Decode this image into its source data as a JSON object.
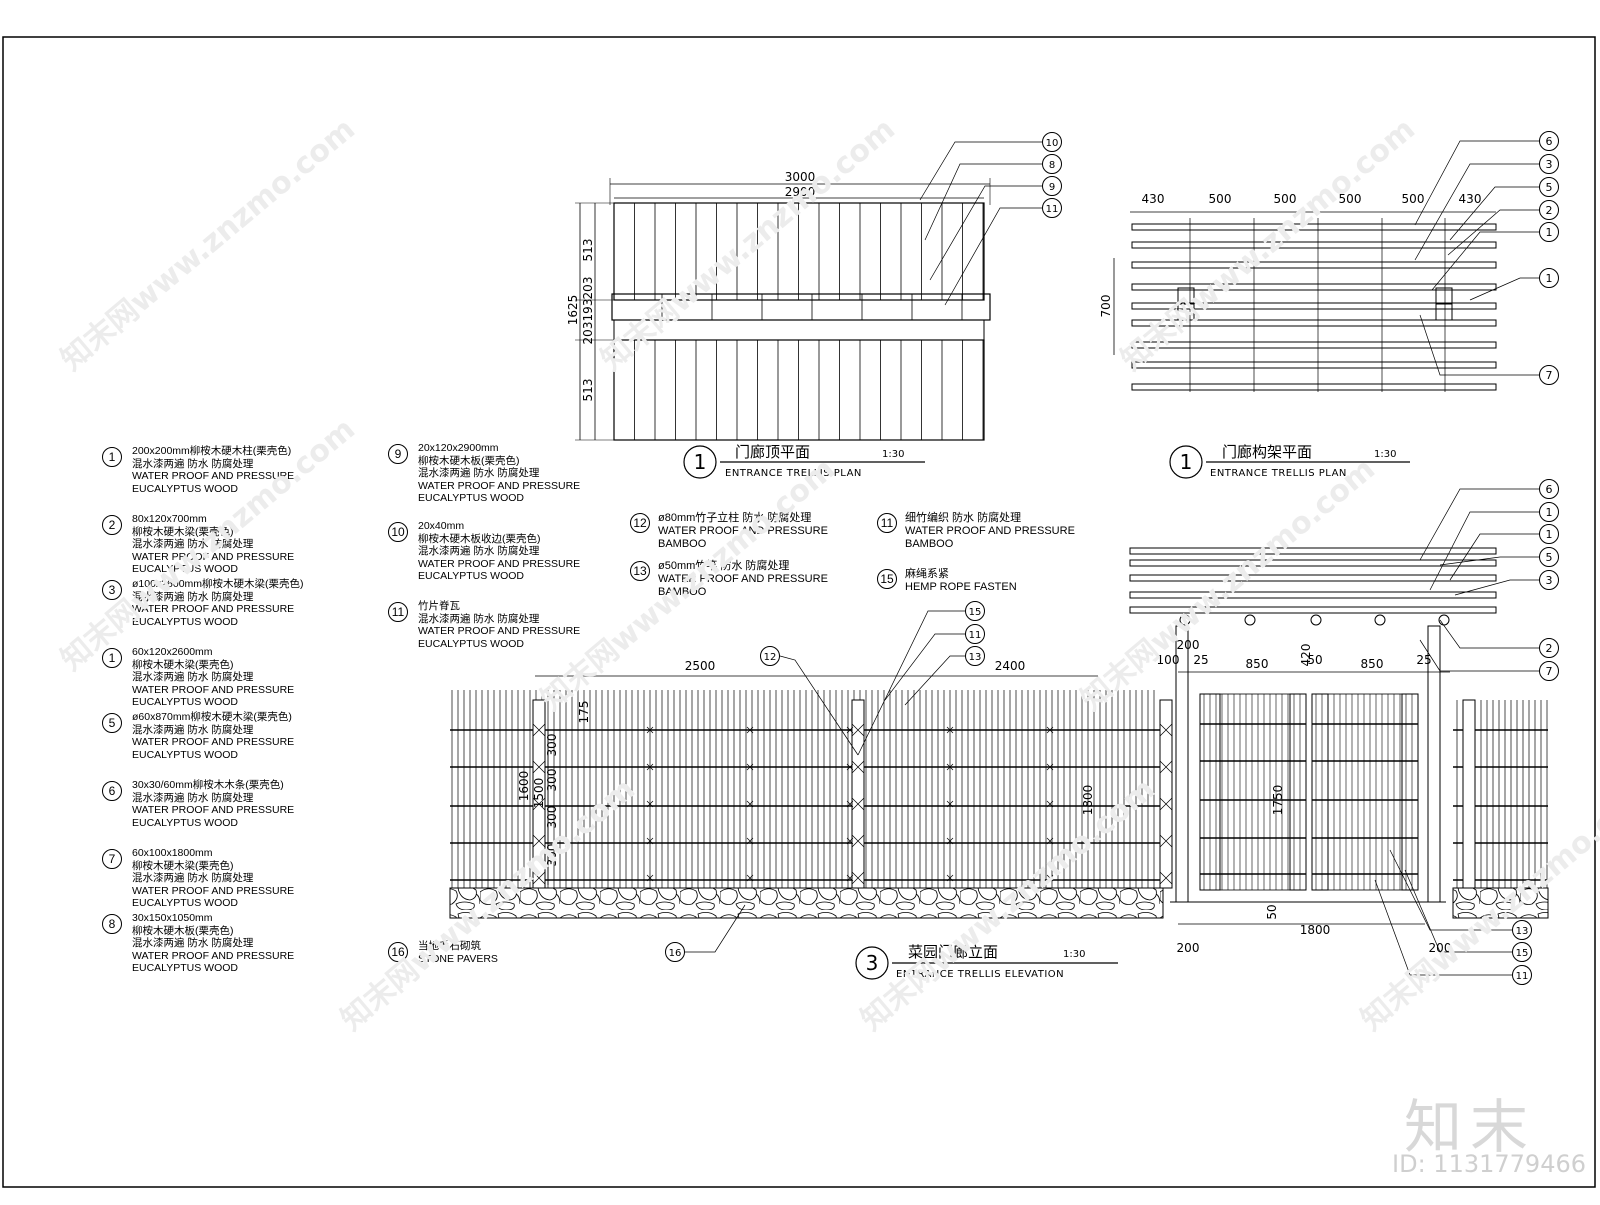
{
  "watermark": {
    "text": "知末网www.znzmo.com",
    "brand": "知末",
    "id": "ID: 1131779466"
  },
  "plan_top": {
    "dims": [
      "3000",
      "2900",
      "513",
      "203",
      "203",
      "513",
      "1625",
      "193"
    ],
    "callouts": [
      "10",
      "8",
      "9",
      "11"
    ],
    "title_num": "1",
    "title_cn": "门廊顶平面",
    "scale": "1:30",
    "title_en": "ENTRANCE TRELLIS PLAN"
  },
  "plan_frame": {
    "dims": [
      "430",
      "500",
      "500",
      "500",
      "500",
      "430",
      "700"
    ],
    "callouts": [
      "6",
      "3",
      "5",
      "2",
      "1",
      "1",
      "7"
    ],
    "title_num": "1",
    "title_cn": "门廊构架平面",
    "scale": "1:30",
    "title_en": "ENTRANCE TRELLIS PLAN"
  },
  "elevation": {
    "dims_top": [
      "2500",
      "2400",
      "100",
      "200",
      "25",
      "850",
      "420",
      "50",
      "850",
      "25"
    ],
    "dims_left": [
      "175",
      "300",
      "300",
      "300",
      "300",
      "1600",
      "1500"
    ],
    "dims_mid": [
      "1800",
      "1750"
    ],
    "dims_bottom": [
      "50",
      "1800",
      "200",
      "200"
    ],
    "callouts_top": [
      "12",
      "15",
      "11",
      "13"
    ],
    "callouts_right": [
      "6",
      "1",
      "1",
      "5",
      "3",
      "2",
      "7"
    ],
    "callouts_bottom_right": [
      "13",
      "15",
      "11"
    ],
    "callout_16": "16",
    "title_num": "3",
    "title_cn": "菜园门廊立面",
    "scale": "1:30",
    "title_en": "ENTRANCE TRELLIS ELEVATION"
  },
  "legend_left": [
    {
      "num": "1",
      "lines": [
        "200x200mm柳桉木硬木柱(栗壳色)",
        "混水漆两遍 防水 防腐处理",
        "WATER PROOF AND PRESSURE",
        "EUCALYPTUS WOOD"
      ]
    },
    {
      "num": "2",
      "lines": [
        "80x120x700mm",
        "柳桉木硬木梁(栗壳色)",
        "混水漆两遍 防水 防腐处理",
        "WATER PROOF AND PRESSURE",
        "EUCALYPTUS WOOD"
      ]
    },
    {
      "num": "3",
      "lines": [
        "ø100x2600mm柳桉木硬木梁(栗壳色)",
        "混水漆两遍 防水 防腐处理",
        "WATER PROOF AND PRESSURE",
        "EUCALYPTUS WOOD"
      ]
    },
    {
      "num": "1",
      "lines": [
        "60x120x2600mm",
        "柳桉木硬木梁(栗壳色)",
        "混水漆两遍 防水 防腐处理",
        "WATER PROOF AND PRESSURE",
        "EUCALYPTUS WOOD"
      ]
    },
    {
      "num": "5",
      "lines": [
        "ø60x870mm柳桉木硬木梁(栗壳色)",
        "混水漆两遍 防水 防腐处理",
        "WATER PROOF AND PRESSURE",
        "EUCALYPTUS WOOD"
      ]
    },
    {
      "num": "6",
      "lines": [
        "30x30/60mm柳桉木木条(栗壳色)",
        "混水漆两遍 防水 防腐处理",
        "WATER PROOF AND PRESSURE",
        "EUCALYPTUS WOOD"
      ]
    },
    {
      "num": "7",
      "lines": [
        "60x100x1800mm",
        "柳桉木硬木梁(栗壳色)",
        "混水漆两遍 防水 防腐处理",
        "WATER PROOF AND PRESSURE",
        "EUCALYPTUS WOOD"
      ]
    },
    {
      "num": "8",
      "lines": [
        "30x150x1050mm",
        "柳桉木硬木板(栗壳色)",
        "混水漆两遍 防水 防腐处理",
        "WATER PROOF AND PRESSURE",
        "EUCALYPTUS WOOD"
      ]
    }
  ],
  "legend_mid": [
    {
      "num": "9",
      "lines": [
        "20x120x2900mm",
        "柳桉木硬木板(栗壳色)",
        "混水漆两遍 防水 防腐处理",
        "WATER PROOF AND PRESSURE",
        "EUCALYPTUS WOOD"
      ]
    },
    {
      "num": "10",
      "lines": [
        "20x40mm",
        "柳桉木硬木板收边(栗壳色)",
        "混水漆两遍 防水 防腐处理",
        "WATER PROOF AND PRESSURE",
        "EUCALYPTUS WOOD"
      ]
    },
    {
      "num": "11",
      "lines": [
        "竹片脊瓦",
        "混水漆两遍 防水 防腐处理",
        "WATER PROOF AND PRESSURE",
        "EUCALYPTUS WOOD"
      ]
    },
    {
      "num": "16",
      "lines": [
        "当地毛石砌筑",
        "STONE PAVERS"
      ]
    }
  ],
  "legend_bamboo": [
    {
      "num": "12",
      "lines": [
        "ø80mm竹子立柱 防水 防腐处理",
        "WATER PROOF AND PRESSURE",
        "BAMBOO"
      ]
    },
    {
      "num": "13",
      "lines": [
        "ø50mm竹竿 防水 防腐处理",
        "WATER PROOF AND PRESSURE",
        "BAMBOO"
      ]
    },
    {
      "num": "11",
      "lines": [
        "细竹编织 防水 防腐处理",
        "WATER PROOF AND PRESSURE",
        "BAMBOO"
      ]
    },
    {
      "num": "15",
      "lines": [
        "麻绳系紧",
        "HEMP ROPE FASTEN"
      ]
    }
  ]
}
